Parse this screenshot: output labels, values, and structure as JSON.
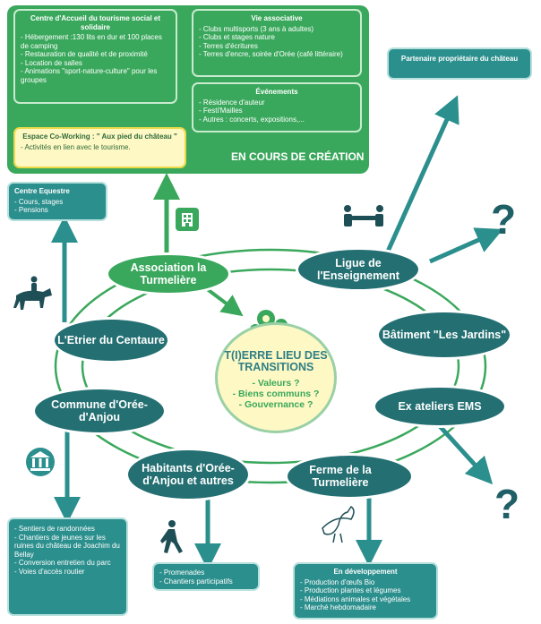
{
  "top_panel": {
    "centre_accueil": {
      "title": "Centre d'Accueil du tourisme social et solidaire",
      "items": [
        "- Hébergement :130 lits en dur et 100 places de camping",
        "- Restauration de qualité et de proximité",
        "- Location de salles",
        "- Animations \"sport-nature-culture\" pour les groupes"
      ]
    },
    "vie_associative": {
      "title": "Vie associative",
      "items": [
        "- Clubs multisports (3 ans à adultes)",
        "- Clubs et stages nature",
        "- Terres d'écritures",
        "- Terres d'encre, soirée d'Orée (café littéraire)"
      ]
    },
    "evenements": {
      "title": "Événements",
      "items": [
        "- Résidence d'auteur",
        "- Festi'Mailles",
        "- Autres : concerts, expositions,..."
      ]
    },
    "coworking": {
      "title": "Espace Co-Working : \" Aux pied du château \"",
      "items": [
        "- Activités en lien avec le tourisme."
      ]
    },
    "creation_label": "EN COURS DE CRÉATION"
  },
  "partenaire": {
    "title": "Partenaire propriétaire du château"
  },
  "centre_equestre": {
    "title": "Centre Equestre",
    "items": [
      "- Cours, stages",
      "- Pensions"
    ]
  },
  "ellipses": {
    "association": "Association la Turmelière",
    "ligue": "Ligue de l'Enseignement",
    "etrier": "L'Etrier du Centaure",
    "batiment": "Bâtiment \"Les Jardins\"",
    "commune": "Commune d'Orée-d'Anjou",
    "ems": "Ex ateliers EMS",
    "habitants": "Habitants d'Orée-d'Anjou et autres",
    "ferme": "Ferme de la Turmelière"
  },
  "center": {
    "title": "T(I)ERRE LIEU DES TRANSITIONS",
    "questions": [
      "- Valeurs ?",
      "- Biens communs ?",
      "- Gouvernance ?"
    ]
  },
  "question_marks": [
    "?",
    "?"
  ],
  "commune_box": {
    "items": [
      "- Sentiers de randonnées",
      "- Chantiers de jeunes sur les ruines du château de Joachim du Bellay",
      "- Conversion entretien du parc",
      "- Voies d'accès routier"
    ]
  },
  "habitants_box": {
    "items": [
      "- Promenades",
      "- Chantiers participatifs"
    ]
  },
  "ferme_box": {
    "title": "En développement",
    "items": [
      "- Production d'œufs Bio",
      "- Production plantes et légumes",
      "- Médiations animales et végétales",
      "- Marché hebdomadaire"
    ]
  },
  "icons": [
    "building-icon",
    "handshake-icon",
    "horse-rider-icon",
    "gear-icon",
    "museum-icon",
    "walker-icon",
    "hen-icon",
    "gears-cluster-icon"
  ],
  "colors": {
    "teal": "#2b8f8d",
    "dark_teal": "#236f72",
    "green": "#3aa85c",
    "yellow": "#fdf8c4"
  }
}
